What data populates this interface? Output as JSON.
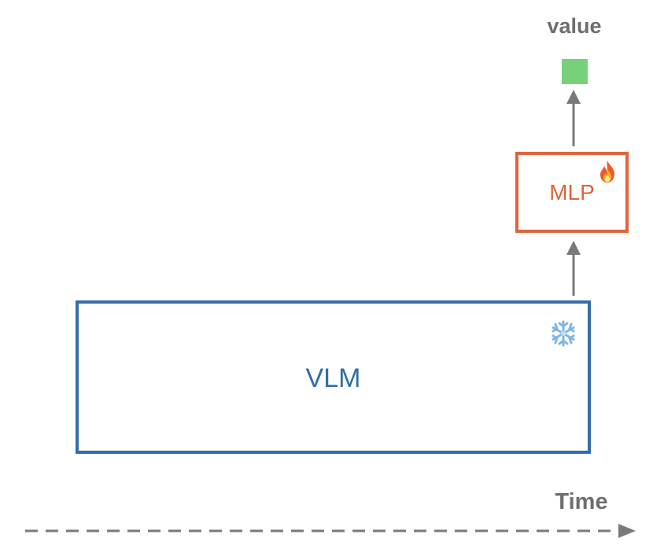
{
  "diagram": {
    "value_label": "value",
    "mlp_label": "MLP",
    "vlm_label": "VLM",
    "time_label": "Time",
    "colors": {
      "mlp": "#df643c",
      "vlm": "#336ea8",
      "value_square": "#77d17a",
      "arrows": "#7a7a7a",
      "text_gray": "#6e6e6e"
    },
    "icons": {
      "mlp_badge": "fire-icon",
      "vlm_badge": "snowflake-icon"
    }
  }
}
